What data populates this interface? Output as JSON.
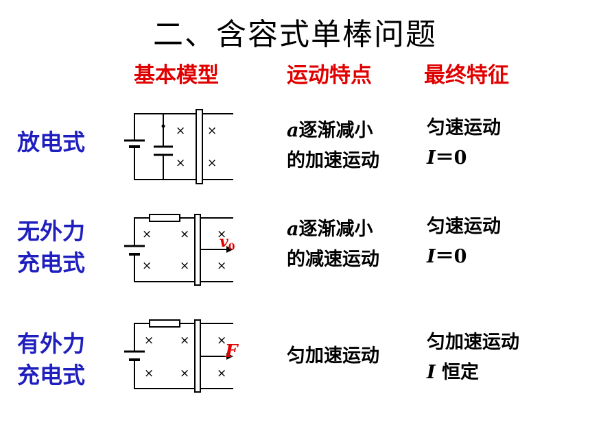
{
  "title": "二、含容式单棒问题",
  "headers": {
    "model": "基本模型",
    "motion": "运动特点",
    "final": "最终特征"
  },
  "rows": [
    {
      "label_lines": [
        "放电式"
      ],
      "motion_var": "a",
      "motion_line1": "逐渐减小",
      "motion_line2": "的加速运动",
      "final_line1": "匀速运动",
      "final_var": "I",
      "final_rest": "＝0"
    },
    {
      "label_lines": [
        "无外力",
        "充电式"
      ],
      "motion_var": "a",
      "motion_line1": "逐渐减小",
      "motion_line2": "的减速运动",
      "final_line1": "匀速运动",
      "final_var": "I",
      "final_rest": "＝0",
      "diagram_label_var": "v",
      "diagram_label_sub": "0"
    },
    {
      "label_lines": [
        "有外力",
        "充电式"
      ],
      "motion_single": "匀加速运动",
      "final_line1": "匀加速运动",
      "final_var": "I",
      "final_rest": " 恒定",
      "diagram_label_var": "F"
    }
  ],
  "field_symbol": "×",
  "colors": {
    "title": "#000000",
    "header": "#e00000",
    "row_label": "#1f1fbf",
    "body_text": "#000000",
    "diagram_label": "#e00000"
  }
}
